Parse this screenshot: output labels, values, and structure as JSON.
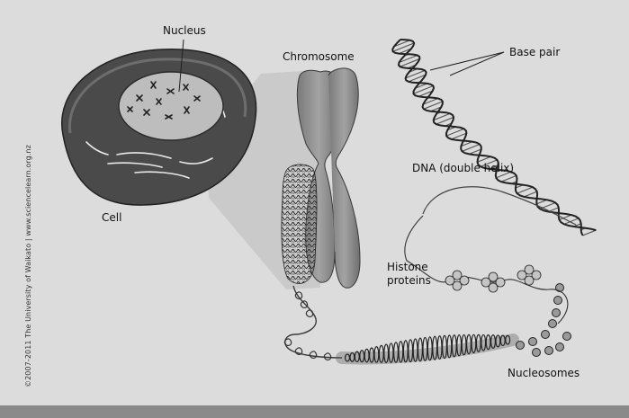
{
  "labels": {
    "nucleus": "Nucleus",
    "chromosome": "Chromosome",
    "base_pair": "Base pair",
    "dna": "DNA (double helix)",
    "cell": "Cell",
    "histone": "Histone\nproteins",
    "nucleosomes": "Nucleosomes"
  },
  "credit": "©2007-2011 The University of Waikato | www.sciencelearn.org.nz"
}
